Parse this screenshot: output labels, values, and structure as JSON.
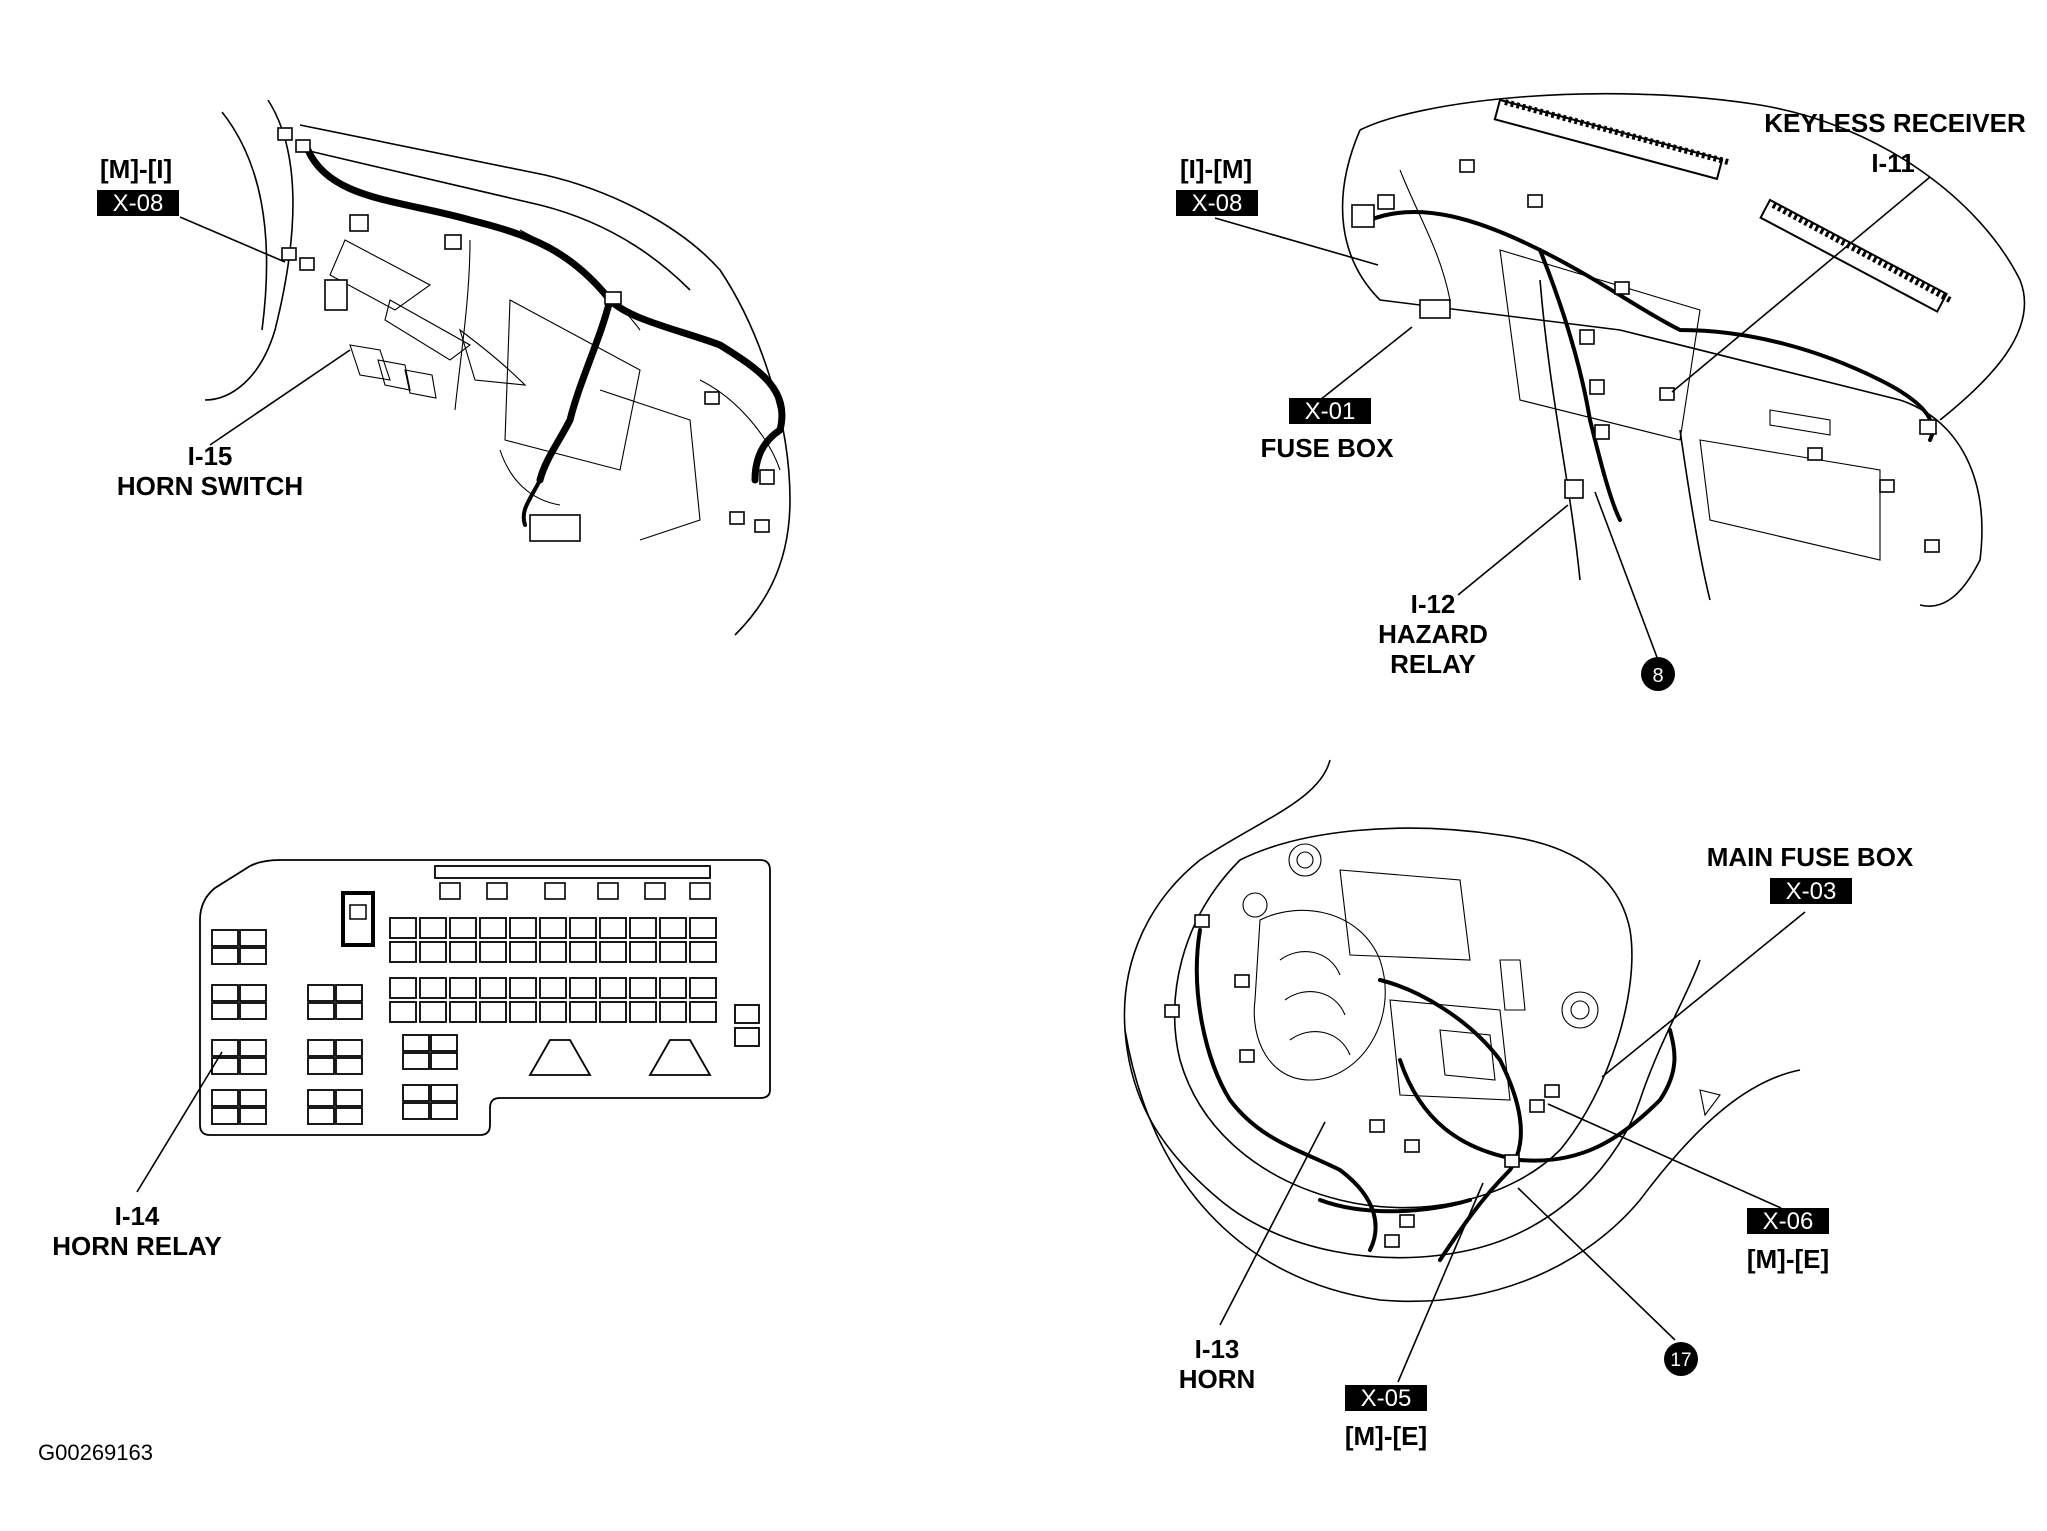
{
  "labels": {
    "mi_connector": "[M]-[I]",
    "x08_left": "X-08",
    "horn_switch_code": "I-15",
    "horn_switch": "HORN SWITCH",
    "im_connector": "[I]-[M]",
    "x08_right": "X-08",
    "keyless_receiver": "KEYLESS RECEIVER",
    "keyless_code": "I-11",
    "x01": "X-01",
    "fuse_box": "FUSE BOX",
    "hazard_code": "I-12",
    "hazard_1": "HAZARD",
    "hazard_2": "RELAY",
    "ground_8": "8",
    "horn_relay_code": "I-14",
    "horn_relay": "HORN RELAY",
    "main_fuse_box": "MAIN FUSE BOX",
    "x03": "X-03",
    "x06": "X-06",
    "me_connector_1": "[M]-[E]",
    "ground_17": "17",
    "horn_code": "I-13",
    "horn": "HORN",
    "x05": "X-05",
    "me_connector_2": "[M]-[E]",
    "figure_id": "G00269163"
  }
}
